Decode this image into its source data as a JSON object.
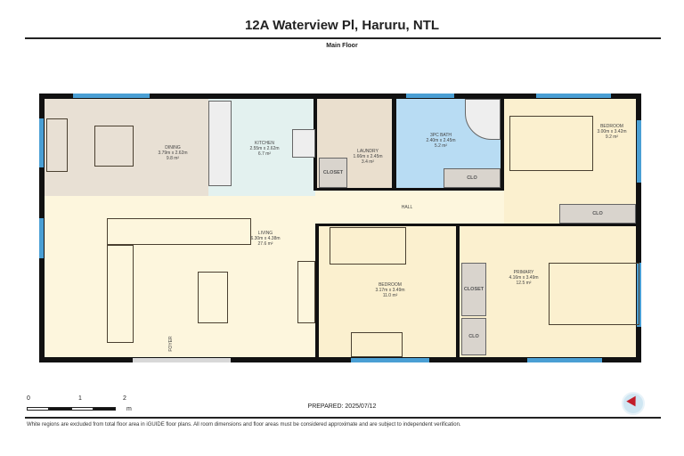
{
  "header": {
    "title": "12A Waterview Pl, Haruru, NTL",
    "floor_label": "Main Floor"
  },
  "rooms": {
    "dining": {
      "name": "DINING",
      "dims": "3.79m x 2.62m",
      "area": "9.8 m²"
    },
    "kitchen": {
      "name": "KITCHEN",
      "dims": "2.55m x 2.62m",
      "area": "6.7 m²"
    },
    "laundry": {
      "name": "LAUNDRY",
      "dims": "1.66m x 2.45m",
      "area": "3.4 m²"
    },
    "bath": {
      "name": "3PC BATH",
      "dims": "2.40m x 2.45m",
      "area": "5.2 m²"
    },
    "bedroom2": {
      "name": "BEDROOM",
      "dims": "3.00m x 3.42m",
      "area": "9.2 m²"
    },
    "living": {
      "name": "LIVING",
      "dims": "6.30m x 4.38m",
      "area": "27.6 m²"
    },
    "bedroom3": {
      "name": "BEDROOM",
      "dims": "3.17m x 3.49m",
      "area": "11.0 m²"
    },
    "primary": {
      "name": "PRIMARY",
      "dims": "4.16m x 3.49m",
      "area": "12.5 m²"
    },
    "hall": {
      "name": "HALL"
    },
    "foyer": {
      "name": "FOYER"
    }
  },
  "closets": {
    "laundry_closet": "CLOSET",
    "bath_clo": "CLO",
    "bedroom2_clo": "CLO",
    "primary_closet": "CLOSET",
    "primary_clo": "CLO"
  },
  "footer": {
    "scale": {
      "ticks": [
        "0",
        "1",
        "2"
      ],
      "unit": "m"
    },
    "prepared": "PREPARED: 2025/07/12",
    "disclaimer": "White regions are excluded from total floor area in iGUIDE floor plans. All room dimensions and floor areas must be considered approximate and are subject to independent verification."
  },
  "colors": {
    "dining": "#e8e0d4",
    "kitchen": "#e3f1ef",
    "laundry": "#eadfce",
    "bath": "#b8dcf3",
    "bedroom": "#fbf0cf",
    "living": "#fdf6dd",
    "window": "#4a9fd4",
    "wall": "#111111"
  }
}
